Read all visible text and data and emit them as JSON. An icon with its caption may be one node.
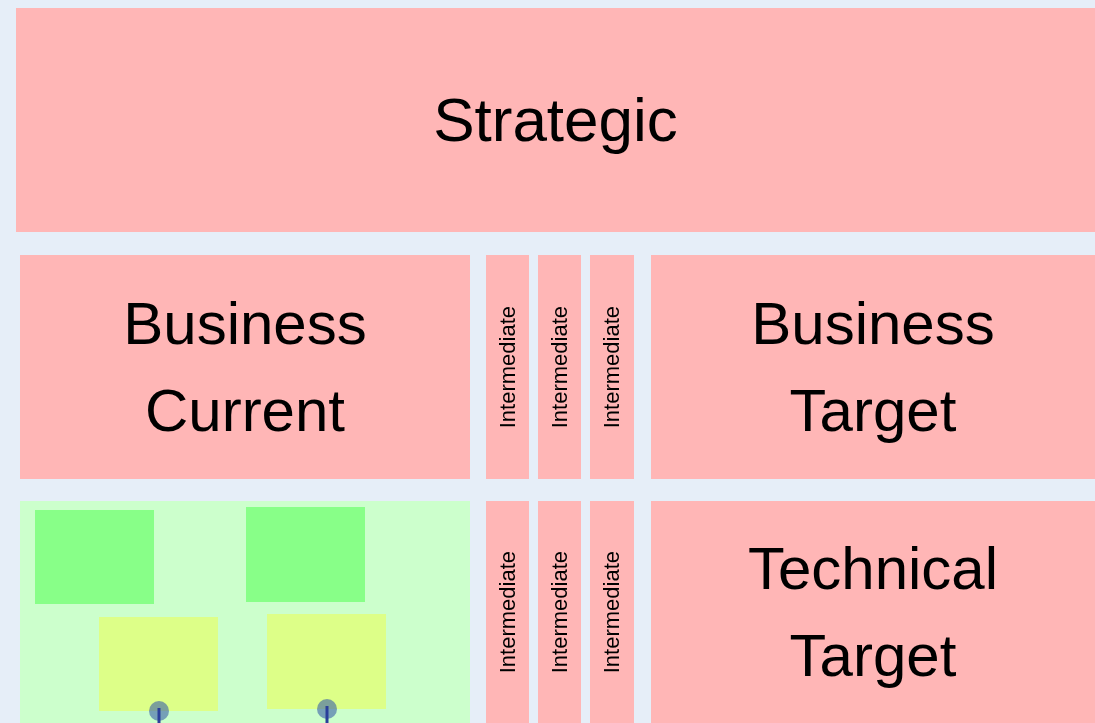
{
  "diagram": {
    "nodes": [
      {
        "text": [
          "Strategic"
        ]
      },
      {
        "text": [
          "Business Current"
        ]
      },
      {
        "text": [
          "Intermediate"
        ]
      },
      {
        "text": [
          "Intermediate"
        ]
      },
      {
        "text": [
          "Intermediate"
        ]
      },
      {
        "text": [
          "Business Target"
        ]
      },
      {
        "text": [],
        "shape": "box"
      },
      {
        "text": [],
        "shape": "box",
        "in": 6
      },
      {
        "text": [],
        "shape": "box",
        "in": 6
      },
      {
        "text": [],
        "shape": "box",
        "in": 6
      },
      {
        "text": [],
        "shape": "box",
        "in": 6
      },
      {
        "text": [
          "Intermediate"
        ]
      },
      {
        "text": [
          "Intermediate"
        ]
      },
      {
        "text": [
          "Intermediate"
        ]
      },
      {
        "text": [
          "Technical Target"
        ]
      }
    ]
  }
}
